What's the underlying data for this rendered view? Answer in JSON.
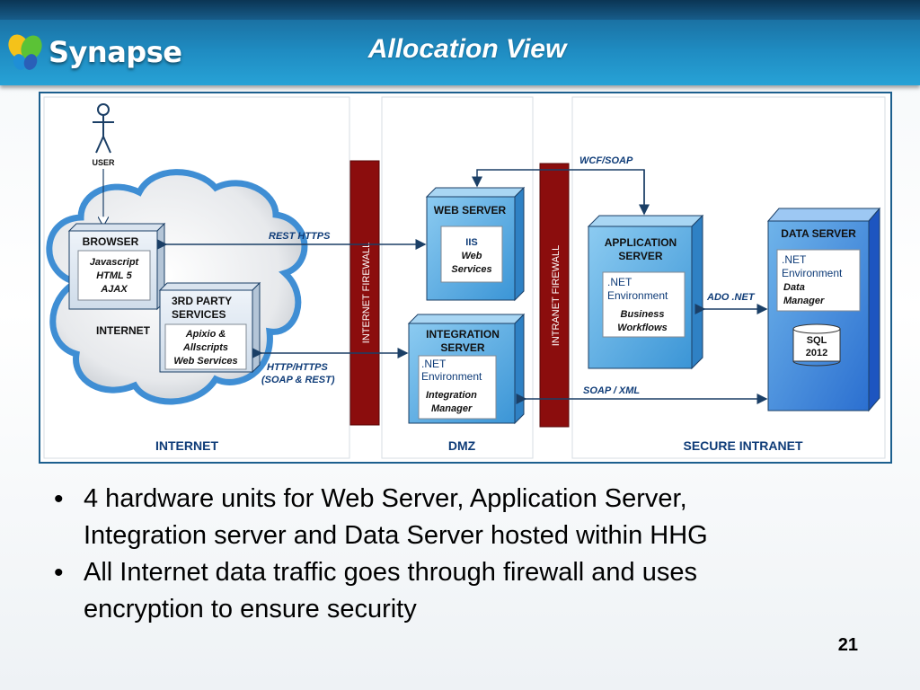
{
  "header": {
    "logo_text": "Synapse",
    "title": "Allocation View"
  },
  "diagram": {
    "zones": {
      "internet": "INTERNET",
      "dmz": "DMZ",
      "secure_intranet": "SECURE INTRANET"
    },
    "user_label": "USER",
    "cloud_label": "INTERNET",
    "browser": {
      "title": "BROWSER",
      "lines": [
        "Javascript",
        "HTML 5",
        "AJAX"
      ]
    },
    "third_party": {
      "title_1": "3RD PARTY",
      "title_2": "SERVICES",
      "lines": [
        "Apixio &",
        "Allscripts",
        "Web Services"
      ]
    },
    "internet_firewall": "INTERNET FIREWALL",
    "intranet_firewall": "INTRANET FIREWALL",
    "web_server": {
      "title": "WEB SERVER",
      "lines": [
        "IIS",
        "Web",
        "Services"
      ]
    },
    "integration_server": {
      "title_1": "INTEGRATION",
      "title_2": "SERVER",
      "net_1": ".NET",
      "net_2": "Environment",
      "sub_1": "Integration",
      "sub_2": "Manager"
    },
    "application_server": {
      "title_1": "APPLICATION",
      "title_2": "SERVER",
      "net_1": ".NET",
      "net_2": "Environment",
      "sub_1": "Business",
      "sub_2": "Workflows"
    },
    "data_server": {
      "title": "DATA SERVER",
      "net_1": ".NET",
      "net_2": "Environment",
      "sub_1": "Data",
      "sub_2": "Manager",
      "db_1": "SQL",
      "db_2": "2012"
    },
    "connections": {
      "rest_https": "REST  HTTPS",
      "http_https_1": "HTTP/HTTPS",
      "http_https_2": "(SOAP & REST)",
      "wcf_soap": "WCF/SOAP",
      "ado_net": "ADO .NET",
      "soap_xml": "SOAP / XML"
    }
  },
  "bullets": [
    {
      "line1": "4 hardware units for Web Server, Application Server,",
      "line2": "Integration server and Data Server hosted within HHG"
    },
    {
      "line1": "All Internet data traffic goes through firewall and uses",
      "line2": "encryption to ensure security"
    }
  ],
  "page_number": "21",
  "colors": {
    "header_blue": "#1f8cc2",
    "firewall_red": "#8b0d0d",
    "server_blue": "#4ea7df",
    "text_dark_blue": "#0f3c78"
  }
}
